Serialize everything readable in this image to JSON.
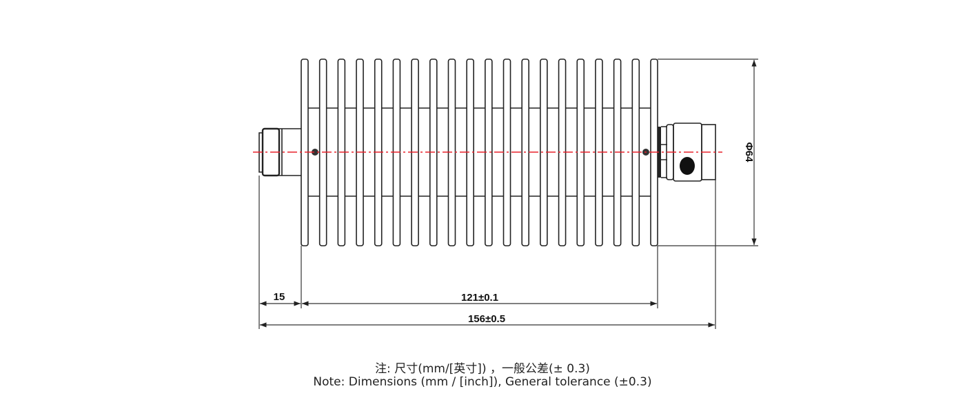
{
  "drawing": {
    "fin_count": 20,
    "centerline_color": "#e8202a",
    "dimensions": {
      "connector_length": "15",
      "body_length": "121±0.1",
      "overall_length": "156±0.5",
      "diameter": "Φ64"
    }
  },
  "notes": {
    "line_zh": "注: 尺寸(mm/[英寸])  ，一般公差(± 0.3)",
    "line_en": "Note: Dimensions (mm / [inch]), General tolerance (±0.3)"
  }
}
